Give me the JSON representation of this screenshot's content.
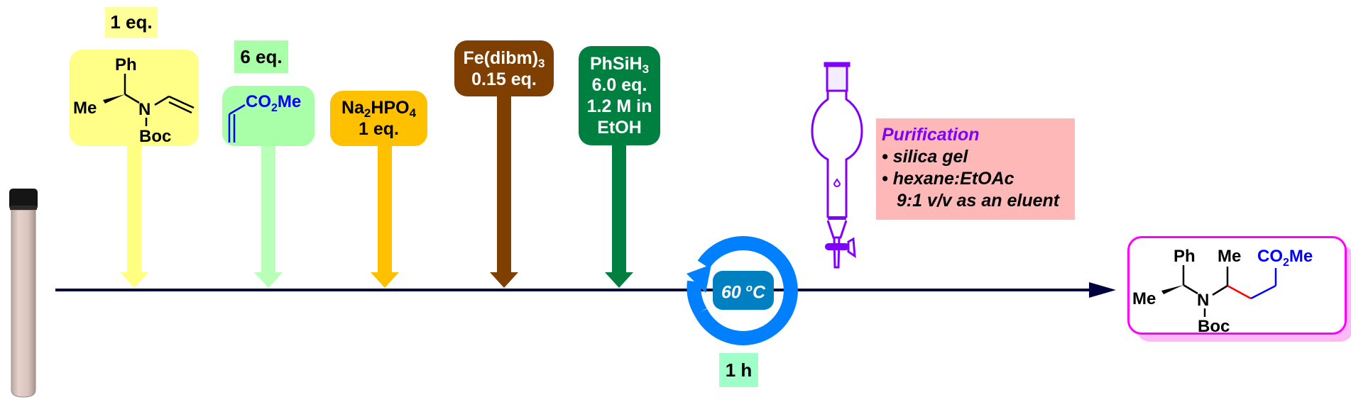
{
  "reagents": [
    {
      "id": "enamide",
      "equiv": "1 eq.",
      "tag_color": "#ffff99",
      "box_color": "#ffff88",
      "arrow_color": "#ffff80",
      "structure": {
        "labels": {
          "ph": "Ph",
          "me": "Me",
          "n": "N",
          "boc": "Boc"
        }
      }
    },
    {
      "id": "methyl-acrylate",
      "equiv": "6 eq.",
      "tag_color": "#a8ffa8",
      "box_color": "#a8ffa8",
      "arrow_color": "#b8ffb8",
      "structure": {
        "labels": {
          "co": "CO",
          "sub2": "2",
          "me": "Me"
        },
        "color": "#0000ff"
      }
    },
    {
      "id": "na2hpo4",
      "line1_a": "Na",
      "line1_sub1": "2",
      "line1_b": "HPO",
      "line1_sub2": "4",
      "line2": "1 eq.",
      "box_color": "#ffc000",
      "arrow_color": "#ffc000"
    },
    {
      "id": "fe-catalyst",
      "line1_a": "Fe(dibm)",
      "line1_sub": "3",
      "line2": "0.15 eq.",
      "box_color": "#7f3f00",
      "arrow_color": "#7f3f00",
      "text_color": "#ffffff"
    },
    {
      "id": "phenylsilane",
      "line1_a": "PhSiH",
      "line1_sub": "3",
      "line2": "6.0 eq.",
      "line3": "1.2 M in",
      "line4": "EtOH",
      "box_color": "#008040",
      "arrow_color": "#008040",
      "text_color": "#ffffff"
    }
  ],
  "heating": {
    "temperature": "60 °C",
    "temp_num": "60 ",
    "temp_unit_sup": "o",
    "temp_unit": "C",
    "ring_color": "#0080ff",
    "badge_color": "#0080c0",
    "time": "1 h",
    "time_tag_color": "#a0ffc8"
  },
  "purification": {
    "title": "Purification",
    "items": [
      "• silica gel",
      "• hexane:EtOAc",
      "   9:1 v/v as an eluent"
    ],
    "box_color": "#ffb8b8",
    "title_color": "#8000ff",
    "funnel_color": "#8000ff",
    "icon": "separatory-funnel-icon"
  },
  "vessel": {
    "icon": "test-tube-icon"
  },
  "timeline": {
    "color": "#000040"
  },
  "product": {
    "labels": {
      "ph": "Ph",
      "me1": "Me",
      "me2": "Me",
      "n": "N",
      "boc": "Boc",
      "co": "CO",
      "sub2": "2",
      "co_me": "Me"
    },
    "border_color": "#ff00ff",
    "shadow_color": "#ffb8f8",
    "bond_red": "#ff0000",
    "bond_blue": "#0000ff"
  }
}
